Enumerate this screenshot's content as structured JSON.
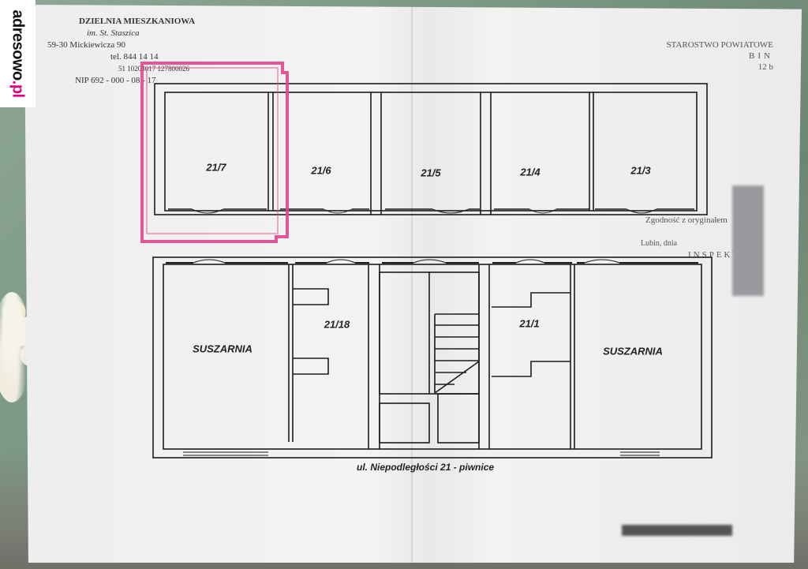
{
  "watermark": {
    "brand": "adresowo",
    "suffix": ".pl"
  },
  "stamp_left": {
    "line1": "DZIELNIA MIESZKANIOWA",
    "line2": "im. St. Staszica",
    "line3": "59-30  Mickiewicza 90",
    "line4": "tel. 844 14 14",
    "line5": "51 10203017 127800026",
    "line6": "NIP 692 - 000 - 08 - 17"
  },
  "stamp_right": {
    "line1": "STAROSTWO POWIATOWE",
    "line2": "BIN",
    "line3": "12 b"
  },
  "stamp_lower": {
    "line1": "Zgodność z oryginałem",
    "line2": "Lubin, dnia",
    "line3": "INSPEKTOR"
  },
  "rooms_upper": [
    "21/7",
    "21/6",
    "21/5",
    "21/4",
    "21/3"
  ],
  "rooms_lower": {
    "drying_left": "SUSZARNIA",
    "unit_18": "21/18",
    "unit_1": "21/1",
    "drying_right": "SUSZARNIA"
  },
  "caption": "ul. Niepodległości 21 - piwnice",
  "highlight_color": "#e0478f",
  "highlighted_room": "21/7"
}
